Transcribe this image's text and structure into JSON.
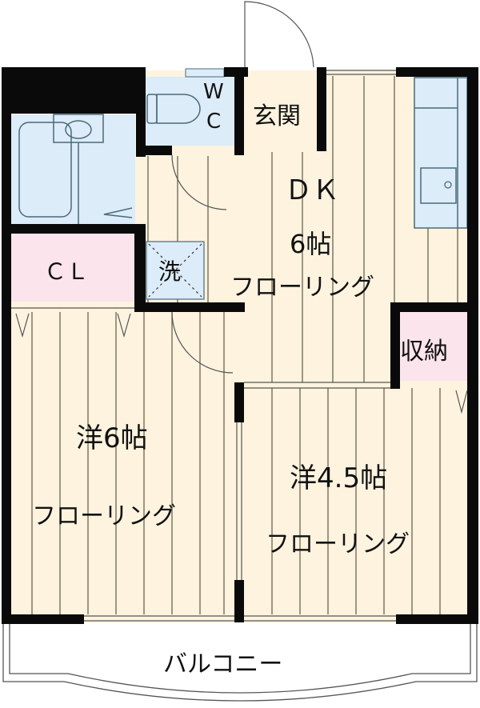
{
  "colors": {
    "wall": "#0a0a0a",
    "floor": "#fdf3df",
    "wet_area": "#dcecf8",
    "storage": "#fbe4ec",
    "line": "#5a5a4a",
    "fixture_line": "#4a6a7a"
  },
  "rooms": {
    "wc": {
      "label_w": "W",
      "label_c": "C"
    },
    "entrance": {
      "label": "玄関"
    },
    "dk": {
      "label": "ＤＫ",
      "size": "6帖",
      "floor": "フローリング"
    },
    "closet": {
      "label": "ＣＬ"
    },
    "laundry": {
      "label": "洗"
    },
    "storage": {
      "label": "収納"
    },
    "western_6": {
      "label": "洋6帖",
      "floor": "フローリング"
    },
    "western_45": {
      "label": "洋4.5帖",
      "floor": "フローリング"
    },
    "balcony": {
      "label": "バルコニー"
    }
  }
}
